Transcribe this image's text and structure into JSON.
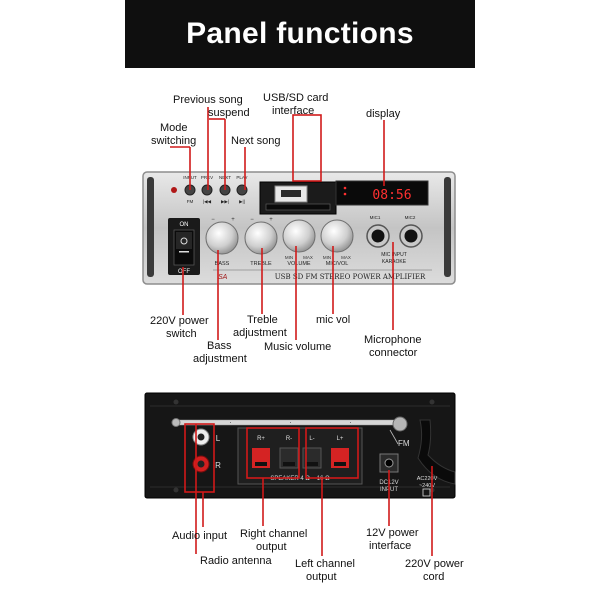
{
  "title": "Panel functions",
  "front": {
    "buttons": [
      "INPUT",
      "PREV",
      "NEXT",
      "PLAY"
    ],
    "sub_buttons": [
      "FM",
      "|◀◀",
      "▶▶|",
      "▶||"
    ],
    "display_text": "08:56",
    "knob_labels": [
      "BASS",
      "TREBLE",
      "VOLUME",
      "MIC/VOL"
    ],
    "minmax": [
      "MIN",
      "MAX",
      "MIN",
      "MAX"
    ],
    "plusminus": [
      "−",
      "+",
      "−",
      "+"
    ],
    "mic_labels": [
      "MIC1",
      "MIC2"
    ],
    "mic_caption_1": "MIC INPUT",
    "mic_caption_2": "KARAOKE",
    "power_on": "ON",
    "power_off": "OFF",
    "bottom_text": "USB SD FM STEREO POWER AMPLIFIER",
    "brand_mark": "SA"
  },
  "rear": {
    "rca_labels": [
      "L",
      "R"
    ],
    "speaker_terms": [
      "R+",
      "R-",
      "L-",
      "L+"
    ],
    "speaker_caption": "SPEAKER   4 Ω ~ 16 Ω",
    "fm_label": "FM",
    "dc_line1": "DC12V",
    "dc_line2": "INPUT",
    "ac_line1": "AC220V",
    "ac_line2": "~240V"
  },
  "labels": {
    "prev": "Previous song",
    "suspend": "suspend",
    "mode1": "Mode",
    "mode2": "switching",
    "usb1": "USB/SD card",
    "usb2": "interface",
    "display": "display",
    "next": "Next song",
    "power1": "220V power",
    "power2": "switch",
    "treble1": "Treble",
    "treble2": "adjustment",
    "micvol": "mic vol",
    "bass1": "Bass",
    "bass2": "adjustment",
    "music": "Music volume",
    "micconn1": "Microphone",
    "micconn2": "connector",
    "audio": "Audio input",
    "radio": "Radio antenna",
    "right1": "Right channel",
    "right2": "output",
    "left1": "Left channel",
    "left2": "output",
    "dc1": "12V power",
    "dc2": "interface",
    "ac1": "220V power",
    "ac2": "cord"
  },
  "colors": {
    "callout": "#d11a1a",
    "panel": "#c9c9c9",
    "display_red": "#ff3030"
  }
}
